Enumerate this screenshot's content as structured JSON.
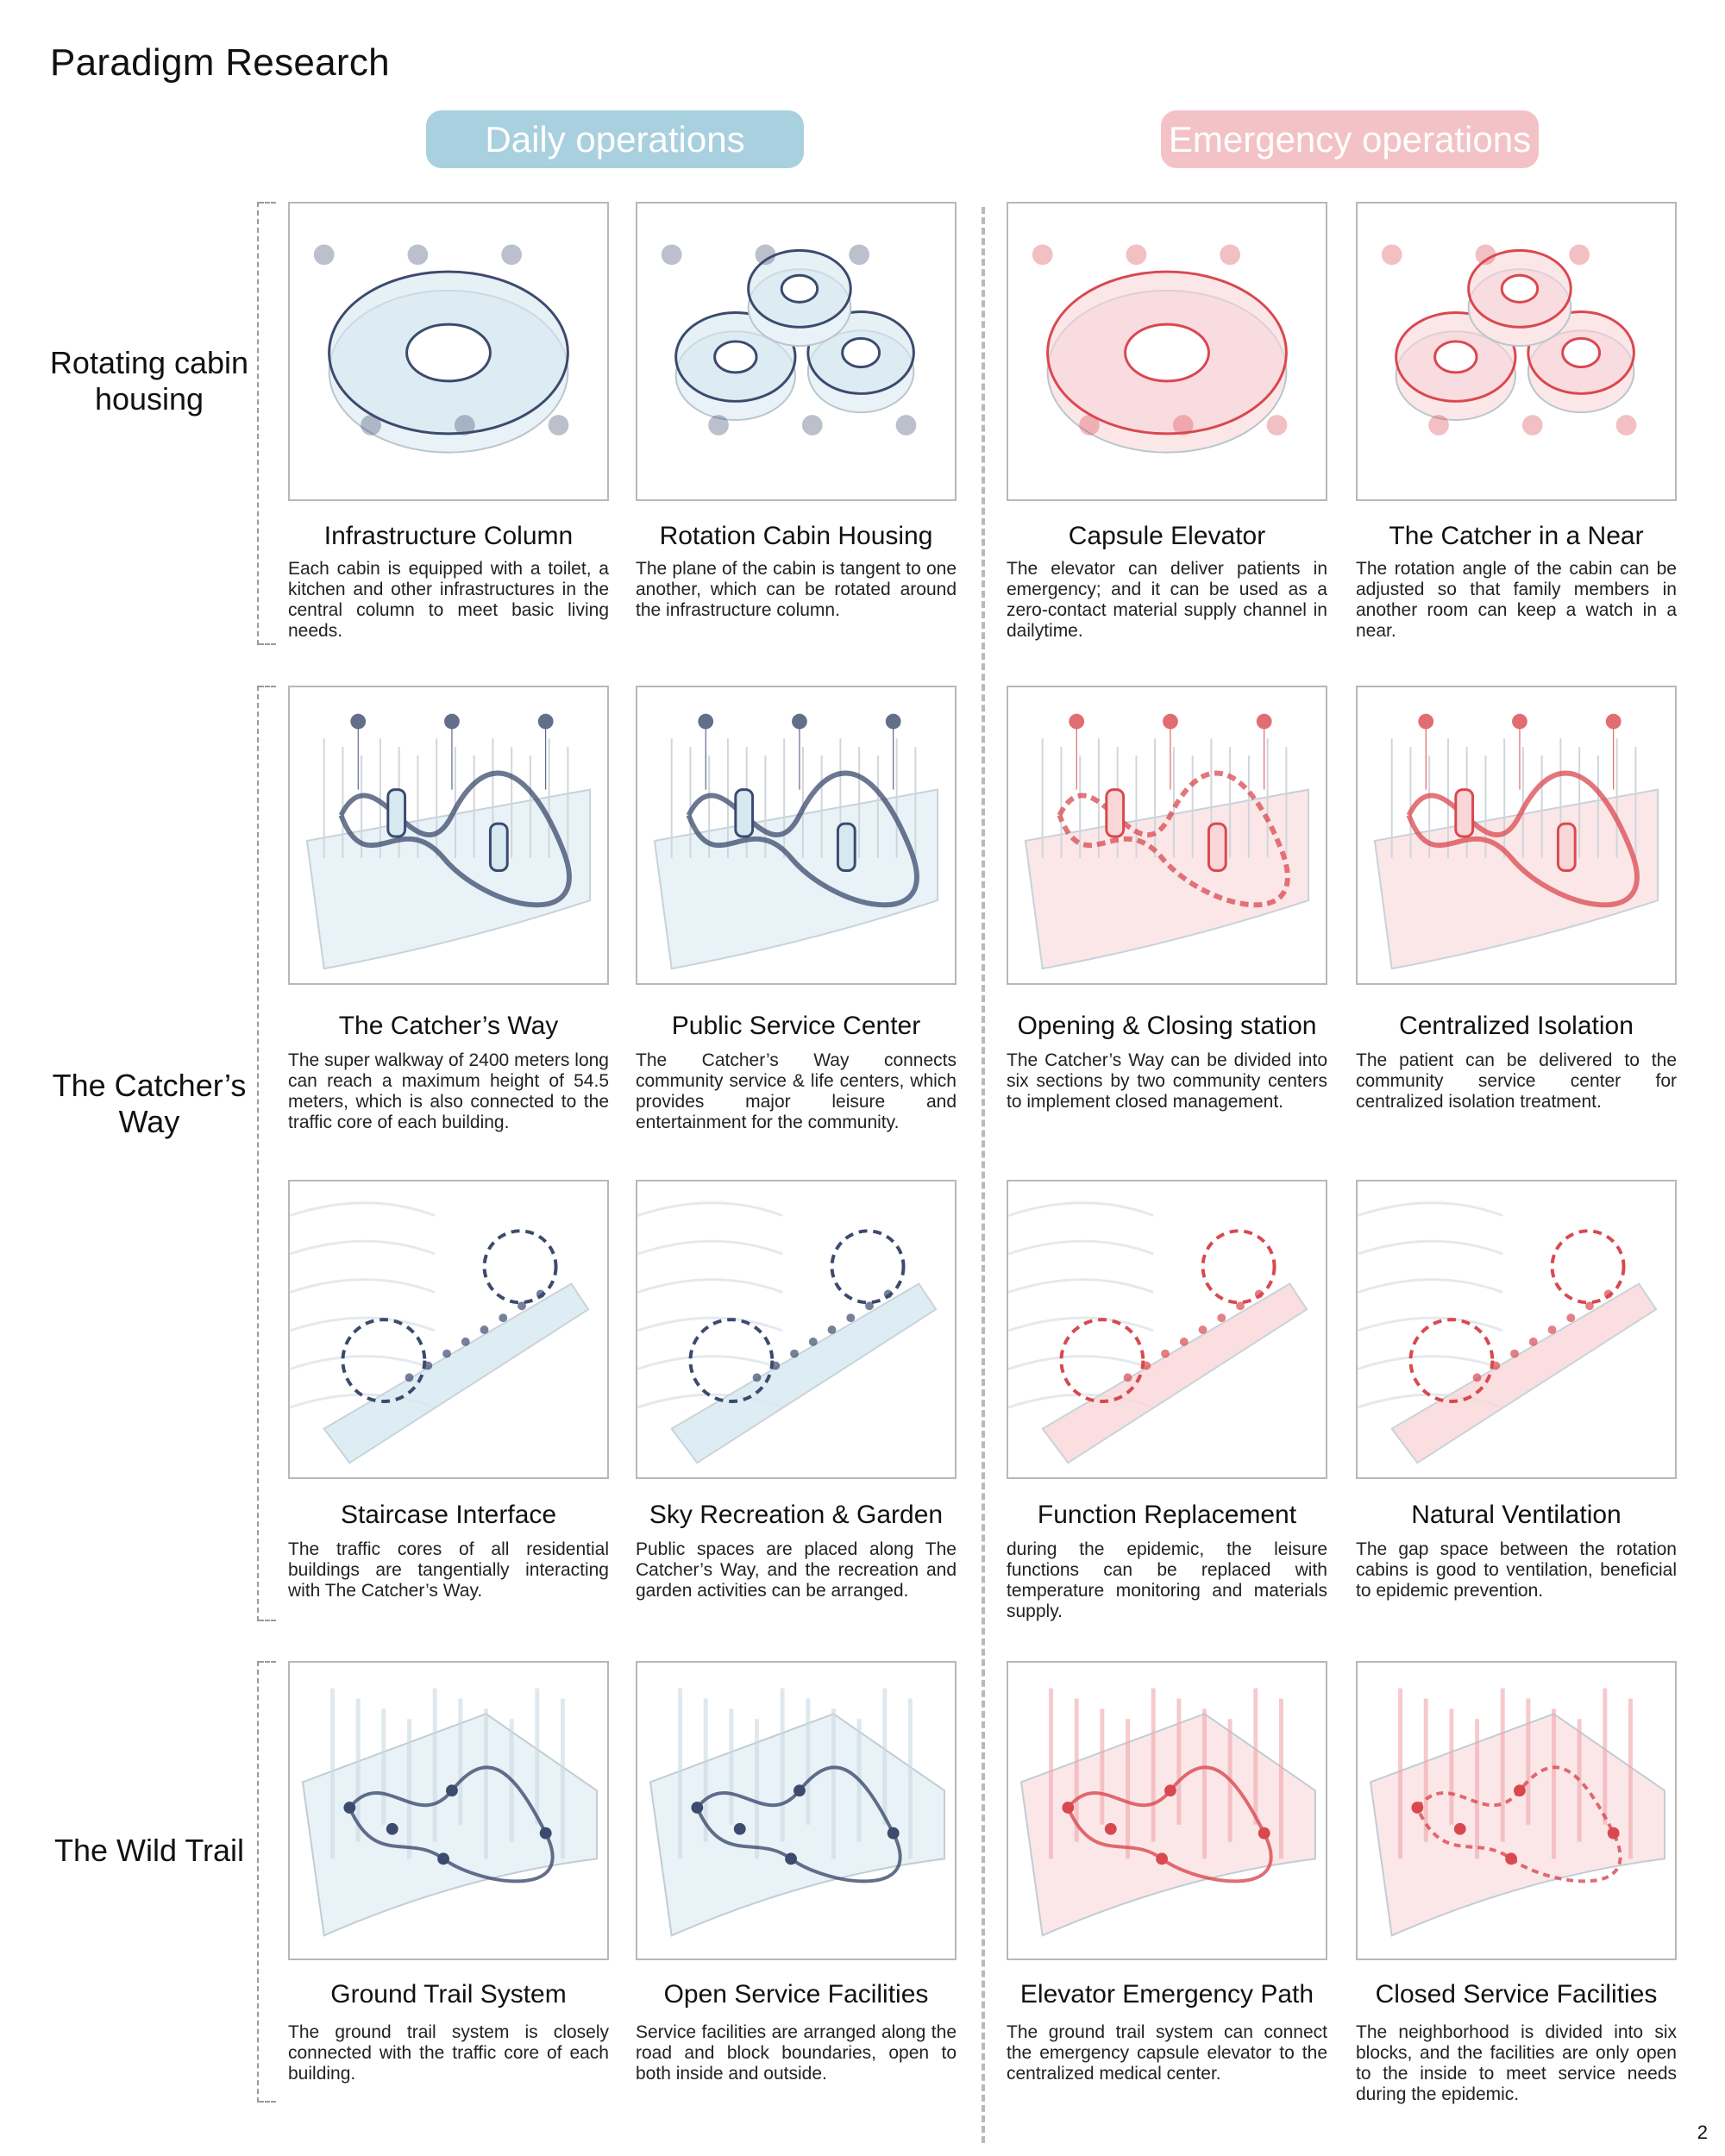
{
  "page": {
    "title": "Paradigm Research",
    "page_number": "2"
  },
  "headers": {
    "daily": "Daily operations",
    "emergency": "Emergency operations"
  },
  "row_labels": {
    "rotating": "Rotating cabin housing",
    "catchers_way": "The Catcher’s Way",
    "wild_trail": "The Wild Trail"
  },
  "colors": {
    "daily_accent": "#a9d0df",
    "emergency_accent": "#f3c2c6",
    "daily_ink": "#3c4a6e",
    "emergency_ink": "#d9484f"
  },
  "cards": [
    {
      "title": "Infrastructure Column",
      "desc": "Each cabin is equipped with a toilet, a kitchen and other infrastructures in the central column to meet basic living needs.",
      "icon": "cabin-column-illustration"
    },
    {
      "title": "Rotation Cabin Housing",
      "desc": "The plane of the cabin is tangent to one another, which can be rotated around the infrastructure column.",
      "icon": "rotating-cabins-illustration"
    },
    {
      "title": "Capsule Elevator",
      "desc": "The elevator can deliver patients in emergency; and it can be used as a zero-contact material supply channel in dailytime.",
      "icon": "capsule-elevator-illustration"
    },
    {
      "title": "The Catcher in a Near",
      "desc": "The rotation angle of the cabin can be adjusted so that family members in another room can keep a watch in a near.",
      "icon": "catcher-near-illustration"
    },
    {
      "title": "The Catcher’s Way",
      "desc": "The super walkway of 2400 meters long can reach a maximum height of 54.5 meters, which is also connected to the traffic core of each building.",
      "icon": "walkway-illustration"
    },
    {
      "title": "Public Service Center",
      "desc": "The Catcher’s Way connects community service & life centers, which provides major leisure and entertainment  for the community.",
      "icon": "service-center-illustration"
    },
    {
      "title": "Opening & Closing station",
      "desc": "The Catcher’s Way can be divided into six sections by two community centers to implement closed management.",
      "icon": "station-illustration"
    },
    {
      "title": "Centralized Isolation",
      "desc": "The patient can be delivered to the community service center for centralized isolation treatment.",
      "icon": "isolation-illustration"
    },
    {
      "title": "Staircase Interface",
      "desc": "The traffic cores of all residential buildings are tangentially interacting with The Catcher’s Way.",
      "icon": "staircase-illustration"
    },
    {
      "title": "Sky Recreation & Garden",
      "desc": "Public spaces are placed along The Catcher’s Way, and the recreation and garden activities can be arranged.",
      "icon": "sky-garden-illustration"
    },
    {
      "title": "Function Replacement",
      "desc": "during the epidemic, the leisure functions can be replaced with temperature monitoring and materials supply.",
      "icon": "function-replacement-illustration"
    },
    {
      "title": "Natural Ventilation",
      "desc": "The gap space between the rotation cabins is good to ventilation, beneficial to epidemic prevention.",
      "icon": "ventilation-illustration"
    },
    {
      "title": "Ground Trail System",
      "desc": "The ground trail system is closely connected with the traffic core of each building.",
      "icon": "ground-trail-illustration"
    },
    {
      "title": "Open Service Facilities",
      "desc": "Service facilities are arranged along the road and block boundaries, open to both inside and outside.",
      "icon": "open-facilities-illustration"
    },
    {
      "title": "Elevator Emergency Path",
      "desc": "The ground trail system can connect the emergency capsule elevator to the centralized medical center.",
      "icon": "emergency-path-illustration"
    },
    {
      "title": "Closed Service Facilities",
      "desc": "The neighborhood is divided into six blocks, and the facilities are only open to the inside to meet service needs during the epidemic.",
      "icon": "closed-facilities-illustration"
    }
  ]
}
